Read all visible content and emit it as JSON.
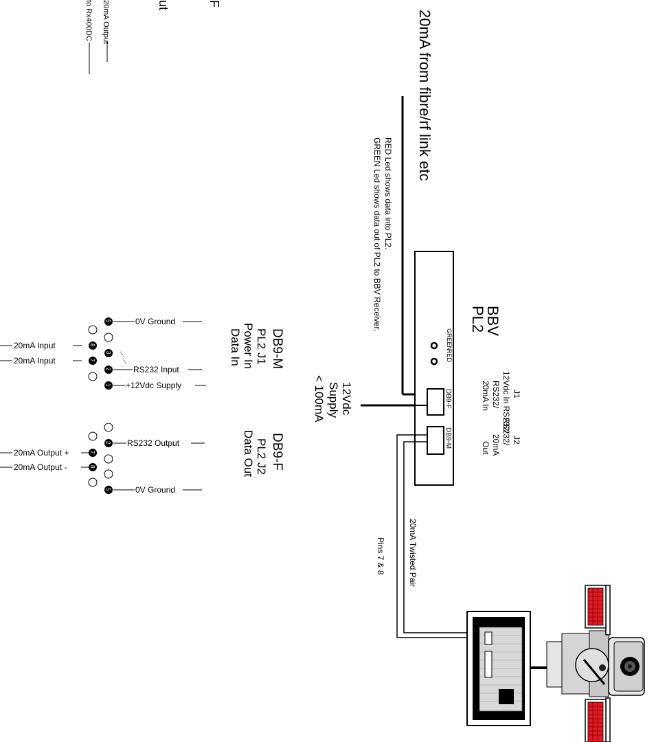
{
  "main_title": "20mA from fibre/rf link etc",
  "led_notes": {
    "line1": "RED Led shows data into PL2.",
    "line2": "GREEN Led shows data out of PL2 to BBV Receiver."
  },
  "device": {
    "name_line1": "BBV",
    "name_line2": "PL2",
    "led_green_label": "GREEN",
    "led_red_label": "RED",
    "j1_header": "J1",
    "j1_desc_line1": "12Vdc In RS232/",
    "j1_desc_line2": "RS232/",
    "j1_desc_line3": "20mA In",
    "j2_header": "J2",
    "j2_desc_line1": "RS232/",
    "j2_desc_line2": "20mA",
    "j2_desc_line3": "Out",
    "j1_connector": "DB9-F",
    "j2_connector": "DB9-M"
  },
  "supply": {
    "line1": "12Vdc",
    "line2": "Supply",
    "line3": "< 100mA"
  },
  "twisted_pair": {
    "line1": "20mA Twisted Pair",
    "line2": "Pins 7 & 8"
  },
  "j1_block": {
    "title1": "DB9-M",
    "title2": "PL2 J1",
    "title3": "Power In",
    "title4": "Data In",
    "pin5_label": "0V Ground",
    "pin2_label": "RS232 Input",
    "pin1_label": "+12Vdc Supply",
    "pin8_label": "20mA Input",
    "pin7_label": "20mA Input",
    "pins": {
      "p5": "5",
      "p8": "8",
      "p3": "3",
      "p7": "7",
      "p2": "2",
      "p1": "1"
    }
  },
  "j2_block": {
    "title1": "DB9-F",
    "title2": "PL2 J2",
    "title3": "Data Out",
    "pin2_label": "RS232 Output",
    "pin7_label": "20mA Output +",
    "pin8_label": "20mA Output -",
    "pin5_label": "0V Ground",
    "pins": {
      "p2": "2",
      "p7": "7",
      "p8": "8",
      "p5": "5"
    }
  },
  "edge_labels": {
    "e1": "20mA Output",
    "e2": "to Rx400DC",
    "e3": "ut",
    "e4": "F"
  }
}
